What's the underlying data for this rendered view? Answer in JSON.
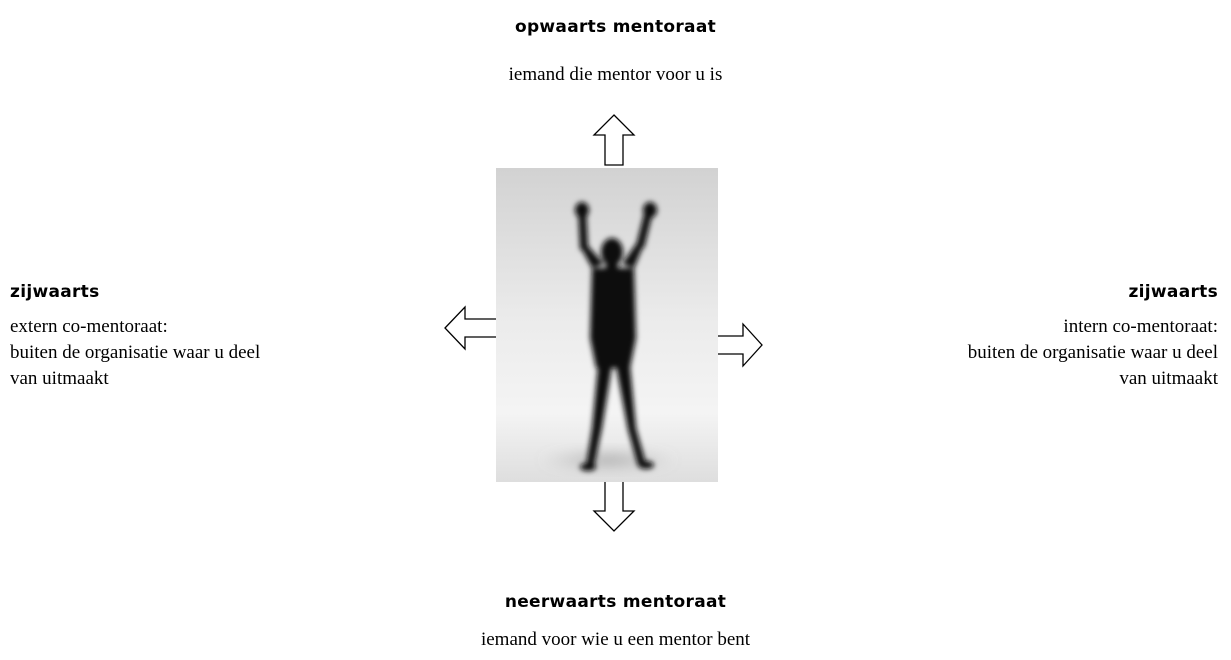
{
  "up": {
    "heading": "opwaarts mentoraat",
    "text": "iemand die mentor voor u is"
  },
  "left": {
    "heading": "zijwaarts",
    "lines": [
      "extern co-mentoraat:",
      "buiten de organisatie waar u deel",
      "van uitmaakt"
    ]
  },
  "right": {
    "heading": "zijwaarts",
    "lines": [
      "intern co-mentoraat:",
      "buiten de organisatie waar u deel",
      "van uitmaakt"
    ]
  },
  "down": {
    "heading": "neerwaarts mentoraat",
    "text": "iemand voor wie u een mentor bent"
  },
  "center_image": {
    "icon": "person-arms-raised-silhouette"
  }
}
